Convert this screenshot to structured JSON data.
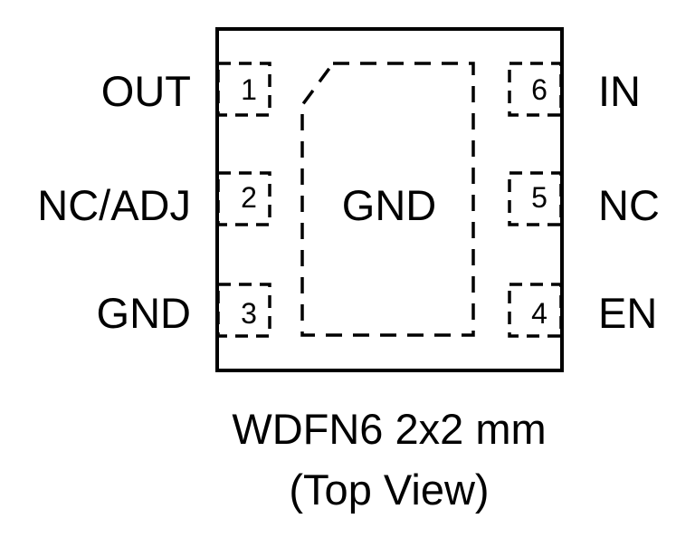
{
  "package": {
    "caption_line1": "WDFN6 2x2 mm",
    "caption_line2": "(Top View)",
    "center_pad_label": "GND"
  },
  "pins": {
    "p1": {
      "number": "1",
      "name": "OUT"
    },
    "p2": {
      "number": "2",
      "name": "NC/ADJ"
    },
    "p3": {
      "number": "3",
      "name": "GND"
    },
    "p4": {
      "number": "4",
      "name": "EN"
    },
    "p5": {
      "number": "5",
      "name": "NC"
    },
    "p6": {
      "number": "6",
      "name": "IN"
    }
  }
}
